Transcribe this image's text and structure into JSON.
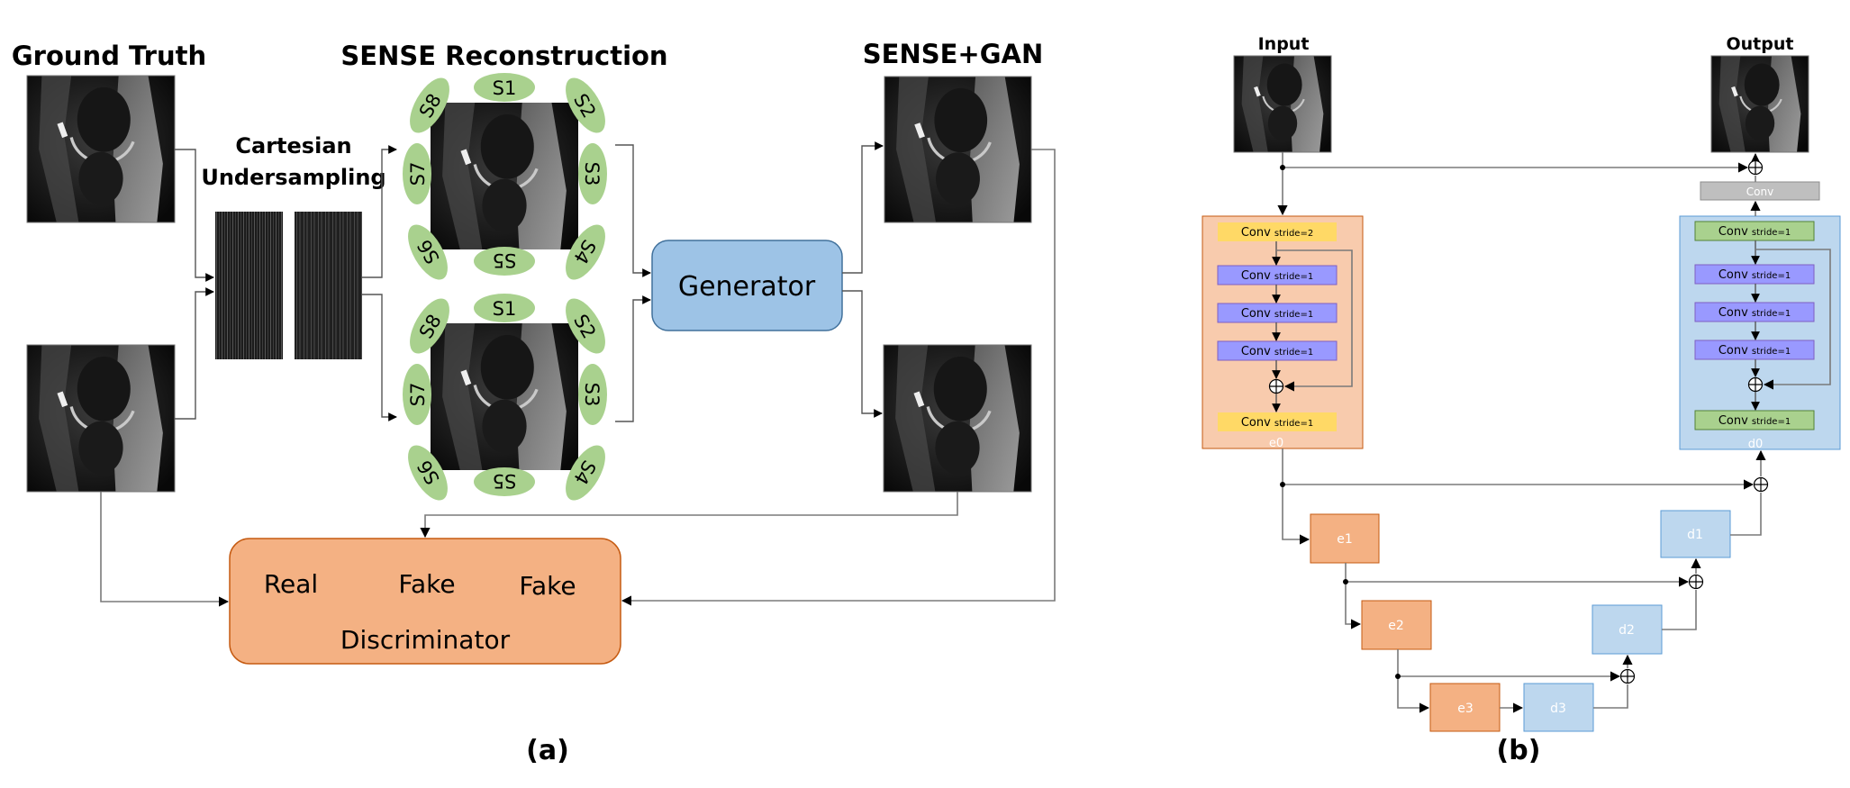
{
  "panel_a": {
    "label": "(a)",
    "ground_truth": {
      "title": "Ground Truth",
      "images": [
        "knee-mri-ground-truth-1",
        "knee-mri-ground-truth-2"
      ]
    },
    "undersampling": {
      "title_line1": "Cartesian",
      "title_line2": "Undersampling",
      "masks": [
        "cartesian-mask-1",
        "cartesian-mask-2"
      ]
    },
    "sense": {
      "title": "SENSE Reconstruction",
      "coils": [
        "S1",
        "S2",
        "S3",
        "S4",
        "S5",
        "S6",
        "S7",
        "S8"
      ]
    },
    "generator": {
      "label": "Generator",
      "color": "#9dc3e6",
      "border": "#41719c"
    },
    "sense_gan": {
      "title": "SENSE+GAN"
    },
    "discriminator": {
      "label": "Discriminator",
      "inputs": [
        "Real",
        "Fake",
        "Fake"
      ],
      "color": "#f4b183",
      "border": "#c55a11"
    },
    "coil_color": "#a9d18e"
  },
  "panel_b": {
    "label": "(b)",
    "input_title": "Input",
    "output_title": "Output",
    "encoder_block": {
      "name": "e0",
      "color": "#f8cbad",
      "layers": [
        {
          "op": "Conv",
          "param": "stride=2",
          "color": "#ffd966"
        },
        {
          "op": "Conv",
          "param": "stride=1",
          "color": "#9999ff"
        },
        {
          "op": "Conv",
          "param": "stride=1",
          "color": "#9999ff"
        },
        {
          "op": "Conv",
          "param": "stride=1",
          "color": "#9999ff"
        },
        {
          "op": "Conv",
          "param": "stride=1",
          "color": "#ffd966"
        }
      ]
    },
    "decoder_block": {
      "name": "d0",
      "color": "#bdd7ee",
      "layers": [
        {
          "op": "Conv",
          "param": "stride=1",
          "color": "#a9d18e"
        },
        {
          "op": "Conv",
          "param": "stride=1",
          "color": "#9999ff"
        },
        {
          "op": "Conv",
          "param": "stride=1",
          "color": "#9999ff"
        },
        {
          "op": "Conv",
          "param": "stride=1",
          "color": "#9999ff"
        },
        {
          "op": "Conv",
          "param": "stride=1",
          "color": "#a9d18e"
        }
      ]
    },
    "final_conv": {
      "label": "Conv",
      "color": "#bfbfbf"
    },
    "encoders": [
      "e1",
      "e2",
      "e3"
    ],
    "decoders": [
      "d1",
      "d2",
      "d3"
    ],
    "encoder_color": "#f4b183",
    "decoder_color": "#bdd7ee"
  }
}
